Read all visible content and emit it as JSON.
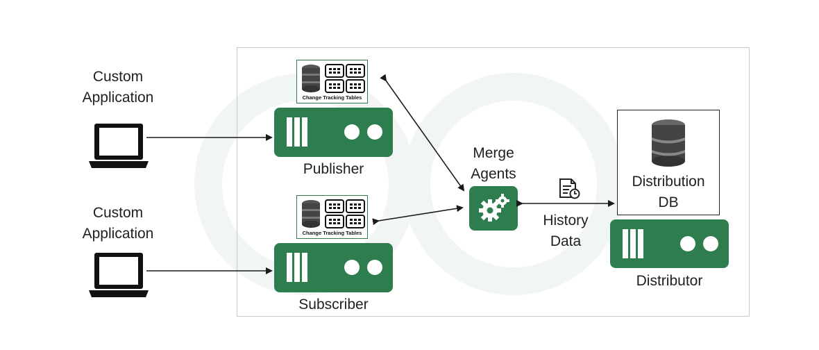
{
  "colors": {
    "accent": "#2e7d4f",
    "frame": "#c9c9c9",
    "line": "#1a1a1a"
  },
  "custom_app_top": {
    "line1": "Custom",
    "line2": "Application"
  },
  "custom_app_bottom": {
    "line1": "Custom",
    "line2": "Application"
  },
  "publisher": {
    "label": "Publisher",
    "ctt_caption": "Change Tracking Tables"
  },
  "subscriber": {
    "label": "Subscriber",
    "ctt_caption": "Change Tracking Tables"
  },
  "merge_agents": {
    "line1": "Merge",
    "line2": "Agents"
  },
  "history_data": {
    "line1": "History",
    "line2": "Data"
  },
  "distribution_db": {
    "line1": "Distribution",
    "line2": "DB"
  },
  "distributor": {
    "label": "Distributor"
  },
  "icons": [
    "laptop-icon",
    "database-icon",
    "table-grid-icon",
    "gears-icon",
    "history-document-icon"
  ]
}
